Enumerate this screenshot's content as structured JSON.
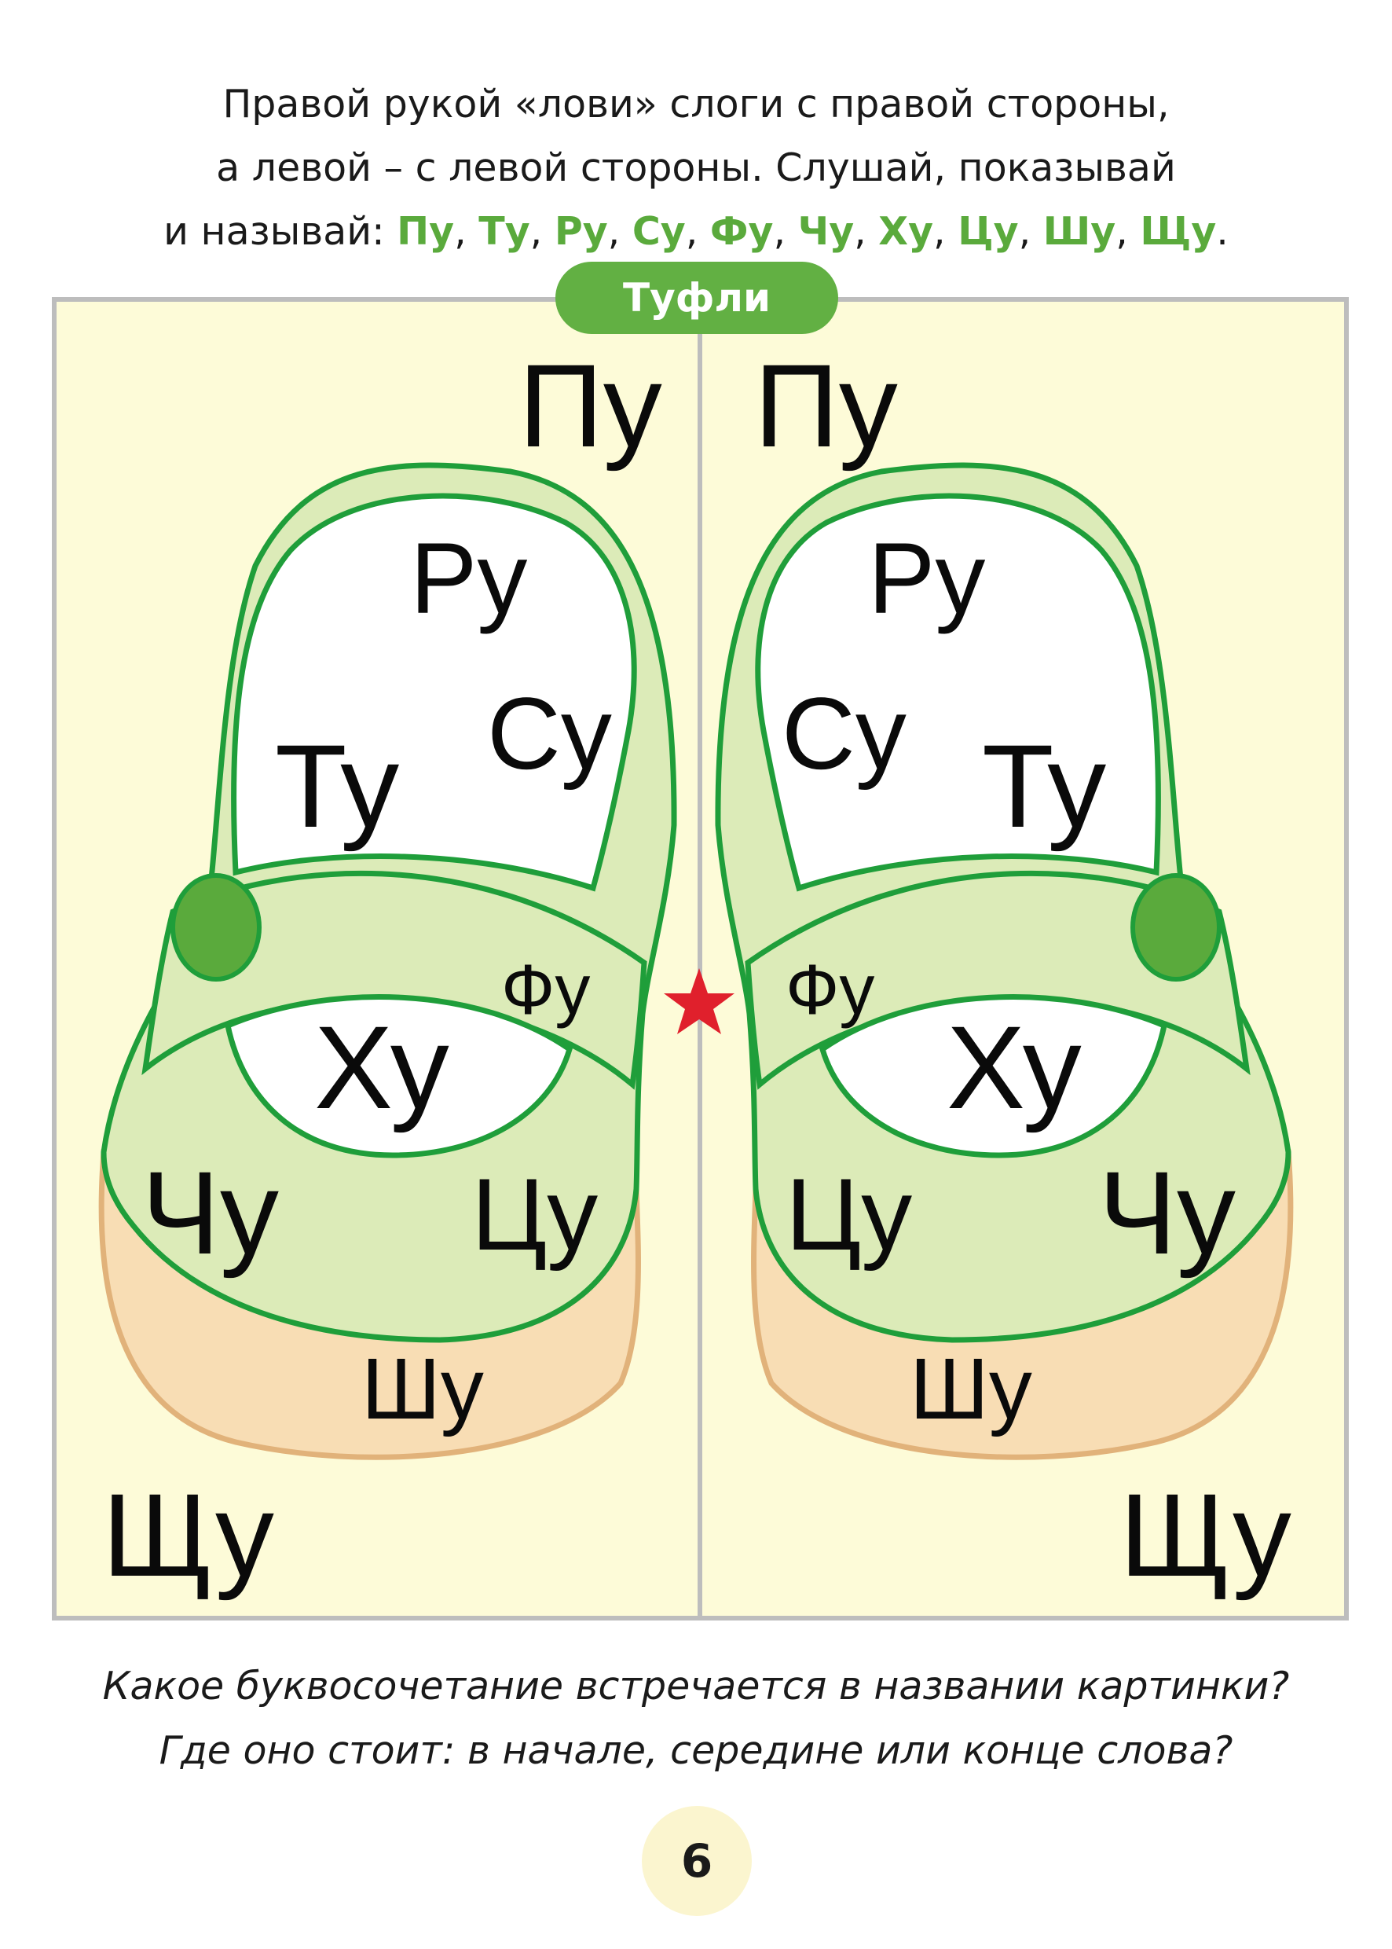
{
  "instruction": {
    "line1": "Правой рукой «лови» слоги с правой стороны,",
    "line2": "а левой – с левой стороны. Слушай, показывай",
    "line3_prefix": "и называй: ",
    "syllables": [
      "Пу",
      "Ту",
      "Ру",
      "Су",
      "Фу",
      "Чу",
      "Ху",
      "Цу",
      "Шу",
      "Щу"
    ],
    "separator": ", ",
    "end": "."
  },
  "badge": "Туфли",
  "left_panel": {
    "top": "Пу",
    "toe": "Ру",
    "side_outer": "Ту",
    "side_inner": "Су",
    "strap": "Фу",
    "vamp": "Ху",
    "heel_outer": "Чу",
    "heel_inner": "Цу",
    "sole": "Шу",
    "bottom": "Щу"
  },
  "right_panel": {
    "top": "Пу",
    "toe": "Ру",
    "side_outer": "Ту",
    "side_inner": "Су",
    "strap": "Фу",
    "vamp": "Ху",
    "heel_outer": "Чу",
    "heel_inner": "Цу",
    "sole": "Шу",
    "bottom": "Щу"
  },
  "question": {
    "line1": "Какое буквосочетание встречается в названии картинки?",
    "line2": "Где оно стоит: в начале, середине или конце слова?"
  },
  "page_number": "6",
  "colors": {
    "accent_green": "#62b043",
    "outline_green": "#1f9e3a",
    "light_green": "#dcebb8",
    "panel_bg": "#fdfbd8",
    "sole": "#f8ddb4",
    "star": "#e0202c"
  }
}
